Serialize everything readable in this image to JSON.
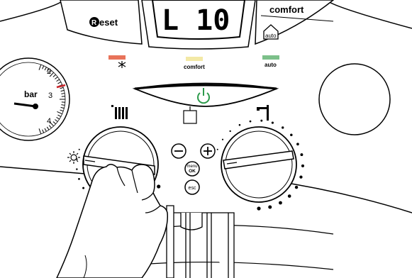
{
  "reset_button": {
    "label": "Reset"
  },
  "display": {
    "code": "L 10"
  },
  "comfort_button": {
    "label": "comfort"
  },
  "auto_button": {
    "label": "auto"
  },
  "indicators": [
    {
      "label": "",
      "color": "#e8735a",
      "icon": "snowflake-icon"
    },
    {
      "label": "comfort",
      "color": "#f3e9a6"
    },
    {
      "label": "auto",
      "color": "#7cc08a"
    }
  ],
  "pressure_gauge": {
    "unit": "bar",
    "ticks": [
      "2",
      "3",
      "4"
    ],
    "value": 1.8
  },
  "menu_button": {
    "line1": "menu",
    "line2": "OK"
  },
  "esc_button": {
    "label": "esc"
  },
  "minus_button": {
    "label": "−"
  },
  "plus_button": {
    "label": "+"
  },
  "icons": {
    "power": "power-icon",
    "heating": "radiator-icon",
    "hot_water": "tap-icon",
    "summer": "sun-icon",
    "minus": "minus-icon",
    "plus": "plus-icon"
  },
  "colors": {
    "panel": "#ffffff",
    "stroke": "#000000",
    "pressure_red": "#c8262b"
  }
}
